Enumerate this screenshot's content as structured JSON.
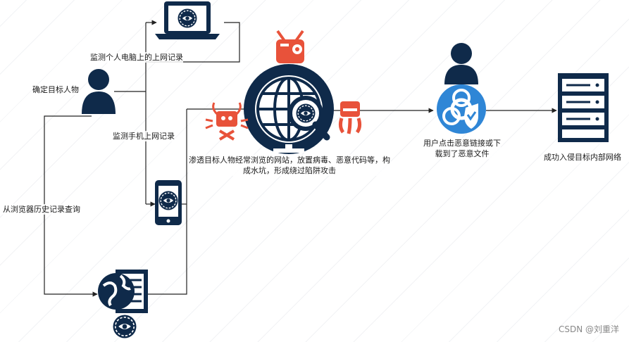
{
  "labels": {
    "target_person": "确定目标人物",
    "monitor_pc": "监测个人电脑上的上网记录",
    "monitor_phone": "监测手机上网记录",
    "browser_history": "从浏览器历史记录查询",
    "infiltrate_site": "渗透目标人物经常浏览的网站，放置病毒、恶意代码等，构成水坑，形成绕过陷阱攻击",
    "user_click": "用户点击恶意链接或下载到了恶意文件",
    "success": "成功入侵目标内部网络"
  },
  "watermark": "CSDN @刘重洋",
  "colors": {
    "navy": "#0f2a4a",
    "virus_red": "#e8523a",
    "biohazard_blue": "#2f86d6",
    "line": "#222222"
  },
  "icons": [
    "person-icon",
    "laptop-icon",
    "smartphone-icon",
    "browser-globe-icon",
    "eye-icon",
    "globe-magnifier-icon",
    "malware-bug-icon",
    "biohazard-shield-icon",
    "server-icon"
  ]
}
